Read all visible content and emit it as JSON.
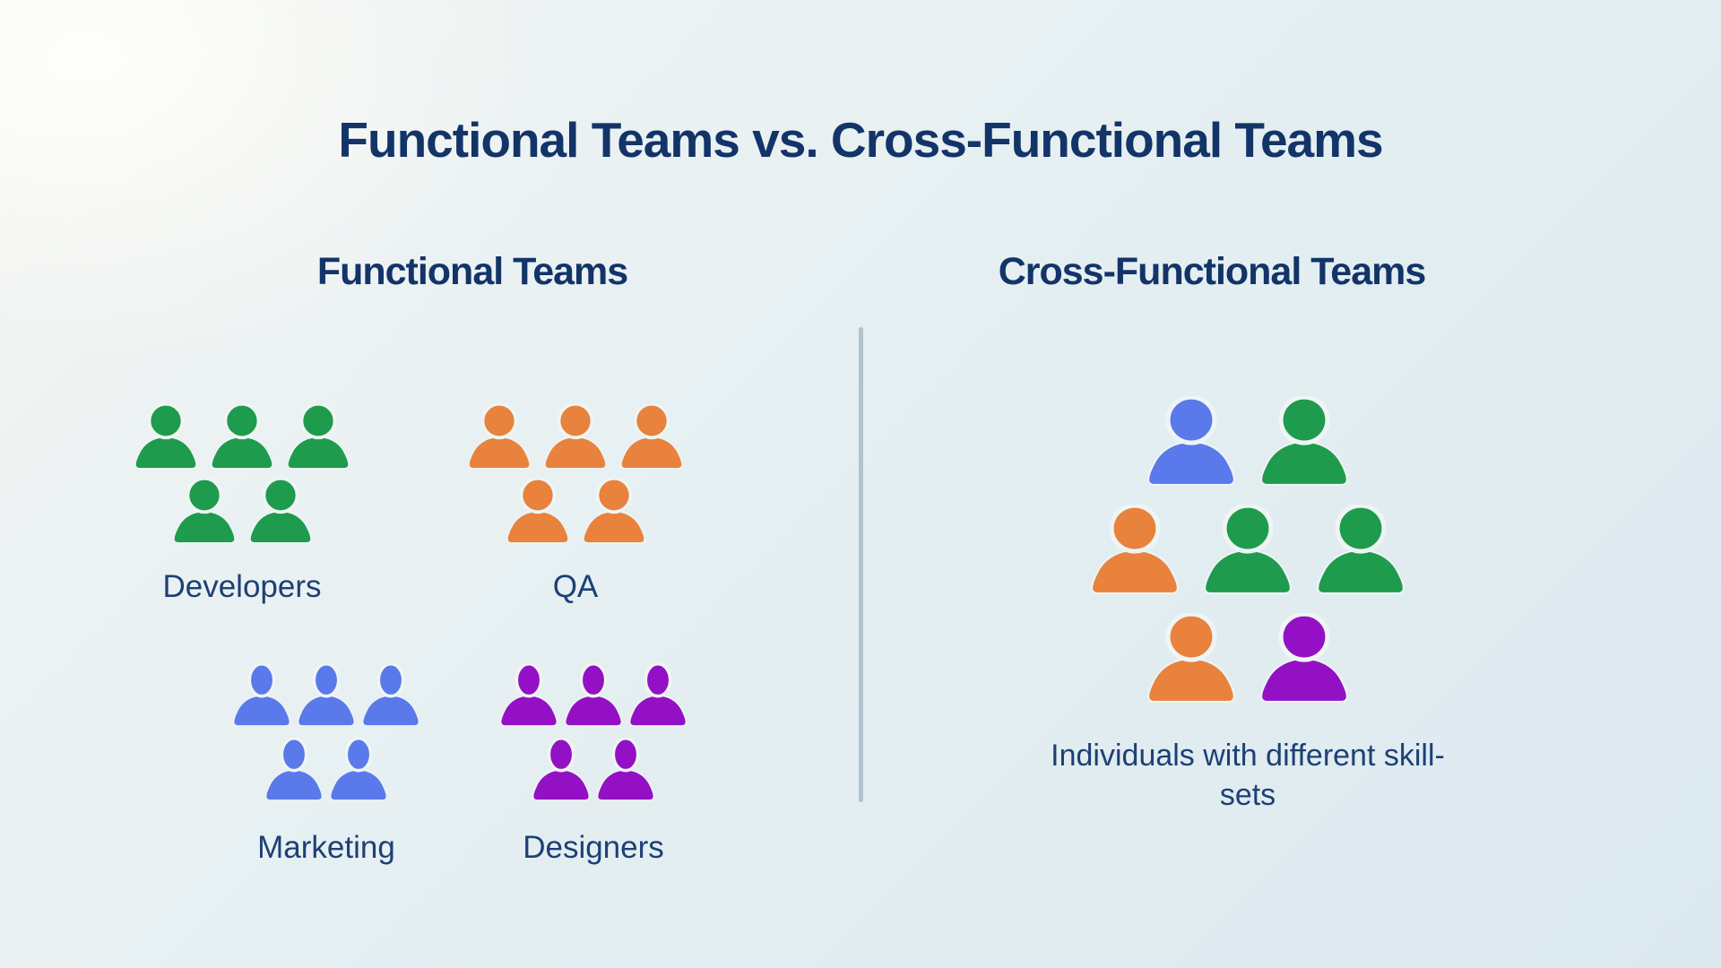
{
  "title": "Functional Teams vs. Cross-Functional Teams",
  "left_section": {
    "heading": "Functional Teams",
    "groups": [
      {
        "label": "Developers",
        "color": "green",
        "variant": "round",
        "top_count": 3,
        "bottom_count": 2
      },
      {
        "label": "QA",
        "color": "orange",
        "variant": "round",
        "top_count": 3,
        "bottom_count": 2
      },
      {
        "label": "Marketing",
        "color": "blue",
        "variant": "oval",
        "top_count": 3,
        "bottom_count": 2
      },
      {
        "label": "Designers",
        "color": "purple",
        "variant": "oval",
        "top_count": 3,
        "bottom_count": 2
      }
    ]
  },
  "right_section": {
    "heading": "Cross-Functional Teams",
    "rows": [
      [
        "blue",
        "green"
      ],
      [
        "orange",
        "green",
        "green"
      ],
      [
        "orange",
        "purple"
      ]
    ],
    "caption": "Individuals with different skill-sets"
  },
  "colors": {
    "title_navy": "#133468",
    "label_navy": "#1d4075",
    "green": "#1e9b4d",
    "orange": "#e8823c",
    "blue": "#5a79ea",
    "purple": "#9410c4",
    "divider": "#b2c3cd",
    "icon_outline": "#eef5f4"
  }
}
